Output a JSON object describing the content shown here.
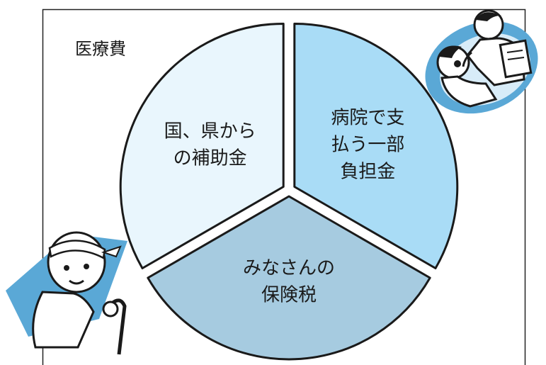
{
  "chart_data": {
    "type": "pie",
    "title": "医療費",
    "slices": [
      {
        "label_lines": [
          "病院で支",
          "払う一部",
          "負担金"
        ],
        "value": 1,
        "color": "#a9dcf6"
      },
      {
        "label_lines": [
          "みなさんの",
          "保険税"
        ],
        "value": 1,
        "color": "#a6cbe0"
      },
      {
        "label_lines": [
          "国、県から",
          "の補助金"
        ],
        "value": 1,
        "color": "#e9f6fd"
      }
    ],
    "start_angle_deg": -90,
    "outline_color": "#1a1a1a"
  },
  "illustrations": {
    "top_right": "doctor-examining-patient-illustration",
    "bottom_left": "injured-patient-with-cane-illustration"
  },
  "colors": {
    "frame": "#222222",
    "illustration_backdrop": "#5aa8d6"
  }
}
